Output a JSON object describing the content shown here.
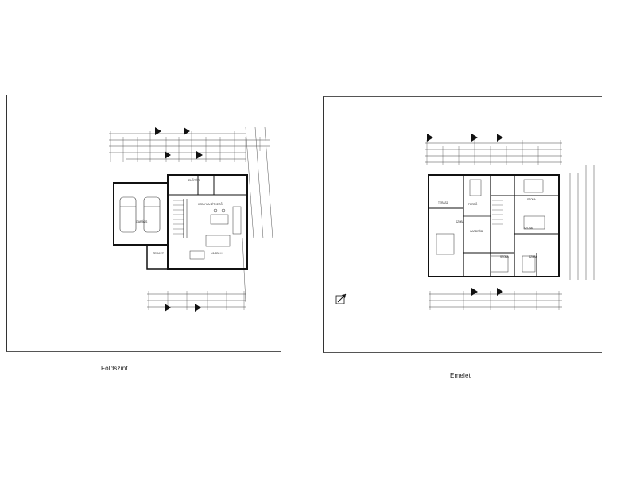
{
  "plans": [
    {
      "caption": "Földszint",
      "rooms": [
        {
          "name": "GARÁZS"
        },
        {
          "name": "KONYHA+ÉTKEZŐ"
        },
        {
          "name": "NAPPALI"
        },
        {
          "name": "TERASZ"
        },
        {
          "name": "ELŐTÉR"
        }
      ]
    },
    {
      "caption": "Emelet",
      "rooms": [
        {
          "name": "TERASZ"
        },
        {
          "name": "SZOBA"
        },
        {
          "name": "FÜRDŐ"
        },
        {
          "name": "SZOBA"
        },
        {
          "name": "GARDRÓB"
        },
        {
          "name": "SZOBA"
        },
        {
          "name": "SZOBA"
        },
        {
          "name": "SZOBA"
        }
      ]
    }
  ]
}
